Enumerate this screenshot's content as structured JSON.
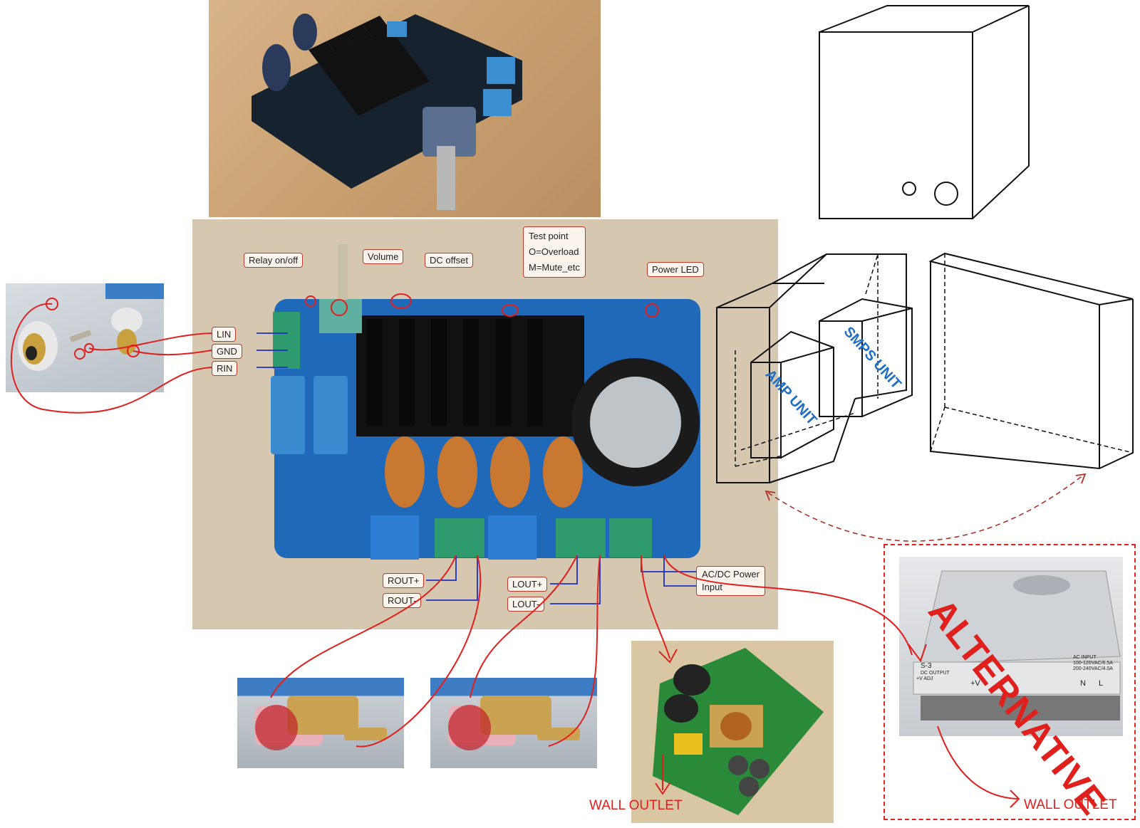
{
  "callouts": {
    "relay": "Relay on/off",
    "volume": "Volume",
    "dc_offset": "DC offset",
    "test_point_line1": "Test point",
    "test_point_line2": "O=Overload",
    "test_point_line3": "M=Mute_etc",
    "power_led": "Power LED",
    "lin": "LIN",
    "gnd": "GND",
    "rin": "RIN",
    "rout_plus": "ROUT+",
    "rout_minus": "ROUT-",
    "lout_plus": "LOUT+",
    "lout_minus": "LOUT-",
    "power_input_line1": "AC/DC Power",
    "power_input_line2": "Input"
  },
  "enclosure": {
    "amp_unit": "AMP UNIT",
    "smps_unit": "SMPS UNIT"
  },
  "labels": {
    "wall_outlet_left": "WALL OUTLET",
    "wall_outlet_right": "WALL OUTLET",
    "alternative": "ALTERNATIVE"
  },
  "psu_print": {
    "model": "S-3",
    "ac_input_title": "AC INPUT",
    "ac_input_1": "100-120VAC/6.5A",
    "ac_input_2": "200-240VAC/4.0A",
    "dc_output": "DC OUTPUT",
    "adj": "+V ADJ",
    "plus_v": "+V",
    "n": "N",
    "l": "L"
  },
  "colors": {
    "wire_red": "#e0201c",
    "wire_blue": "#2030c0",
    "callout_border": "#c0392b",
    "pcb_blue": "#1f64b0",
    "label_blue": "#1e6fc4"
  }
}
